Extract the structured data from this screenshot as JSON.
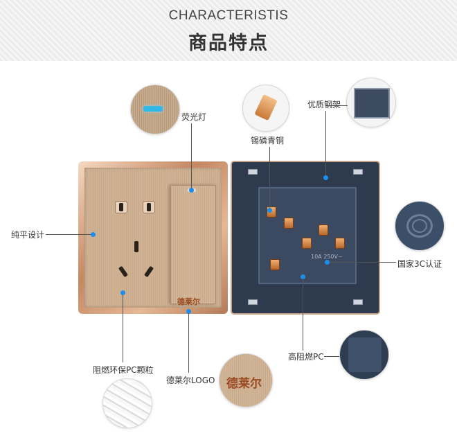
{
  "header": {
    "title_en": "CHARACTERISTIS",
    "title_zh": "商品特点"
  },
  "labels": {
    "fluorescent_light": "荧光灯",
    "phosphor_bronze": "锡磷青铜",
    "steel_frame": "优质钢架",
    "flat_design": "纯平设计",
    "certification": "国家3C认证",
    "flame_retardant_particles": "阻燃环保PC颗粒",
    "brand_logo": "德莱尔LOGO",
    "flame_retardant_pc": "高阻燃PC"
  },
  "product": {
    "switch_logo": "德莱尔",
    "closeup_logo": "德莱尔",
    "rating_text": "10A 250V~"
  },
  "colors": {
    "accent": "#1c8ef0",
    "gold": "#c8a98a",
    "navy": "#2e3a4d"
  }
}
